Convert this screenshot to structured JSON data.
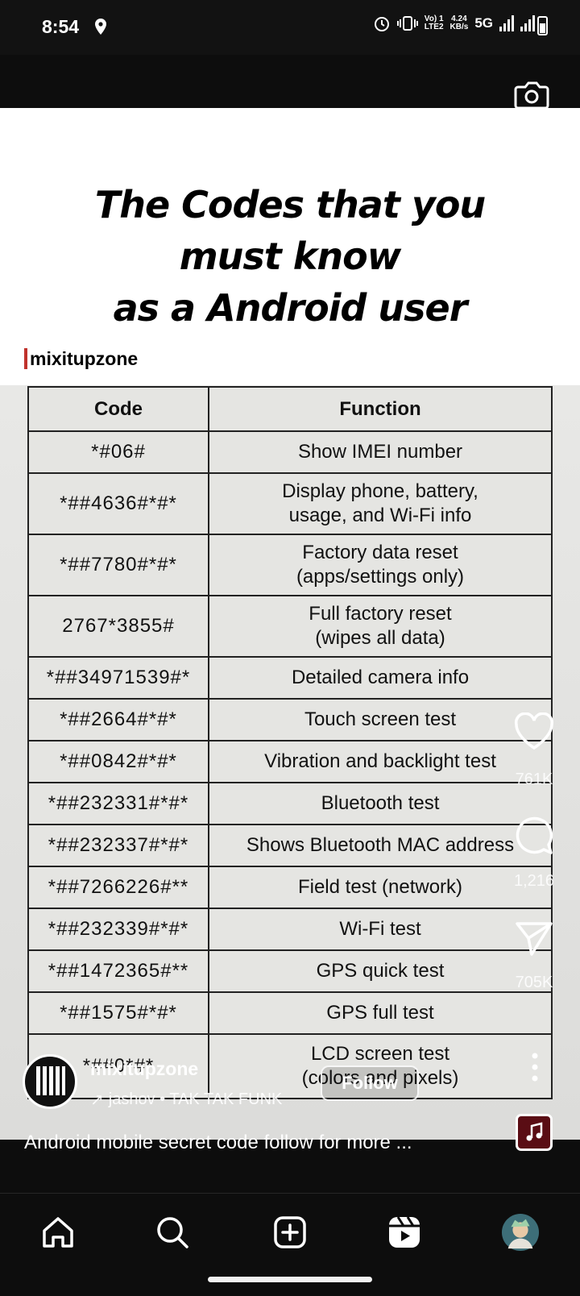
{
  "status_bar": {
    "time": "8:54",
    "volte_top": "Vo) 1",
    "volte_bottom": "LTE2",
    "speed_value": "4.24",
    "speed_unit": "KB/s",
    "network": "5G"
  },
  "post": {
    "title_lines": [
      "The Codes that you",
      "must know",
      "as a Android user"
    ],
    "brand": "mixitupzone",
    "table": {
      "headers": [
        "Code",
        "Function"
      ],
      "rows": [
        {
          "code": "*#06#",
          "function": [
            "Show IMEI number"
          ]
        },
        {
          "code": "*##4636#*#*",
          "function": [
            "Display phone, battery,",
            "usage, and Wi-Fi info"
          ]
        },
        {
          "code": "*##7780#*#*",
          "function": [
            "Factory data reset",
            "(apps/settings only)"
          ]
        },
        {
          "code": "2767*3855#",
          "function": [
            "Full factory reset",
            "(wipes all data)"
          ]
        },
        {
          "code": "*##34971539#*",
          "function": [
            "Detailed camera info"
          ]
        },
        {
          "code": "*##2664#*#*",
          "function": [
            "Touch screen test"
          ]
        },
        {
          "code": "*##0842#*#*",
          "function": [
            "Vibration and backlight test"
          ]
        },
        {
          "code": "*##232331#*#*",
          "function": [
            "Bluetooth test"
          ]
        },
        {
          "code": "*##232337#*#*",
          "function": [
            "Shows Bluetooth MAC address"
          ]
        },
        {
          "code": "*##7266226#**",
          "function": [
            "Field test (network)"
          ]
        },
        {
          "code": "*##232339#*#*",
          "function": [
            "Wi-Fi test"
          ]
        },
        {
          "code": "*##1472365#**",
          "function": [
            "GPS quick test"
          ]
        },
        {
          "code": "*##1575#*#*",
          "function": [
            "GPS full test"
          ]
        },
        {
          "code": "*##0*#*",
          "function": [
            "LCD screen test",
            "(colors and pixels)"
          ]
        }
      ]
    }
  },
  "actions": {
    "likes": "761K",
    "comments": "1,216",
    "shares": "705K"
  },
  "author": {
    "name": "mixitupzone",
    "audio": "jashov • TAK TAK FUNK",
    "follow_label": "Follow"
  },
  "caption": "Android mobile secret code follow for more ...",
  "nav": {
    "items": [
      "home-icon",
      "search-icon",
      "create-icon",
      "reels-icon",
      "profile-avatar"
    ]
  }
}
